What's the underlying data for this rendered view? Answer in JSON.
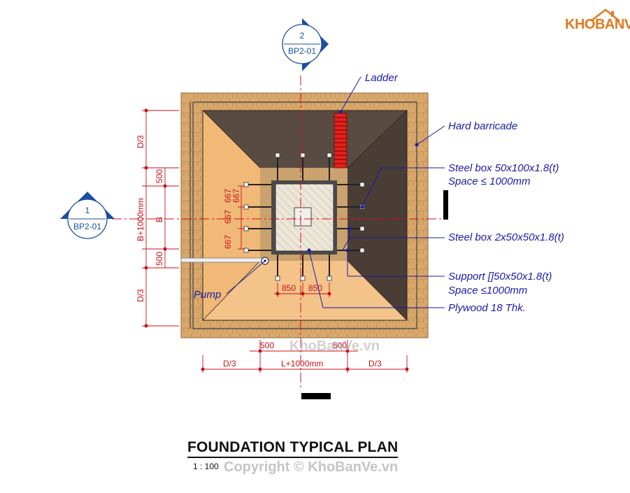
{
  "logo": {
    "text": "KHOBANVE"
  },
  "watermarks": {
    "middle": "KhoBanVe.vn",
    "bottom": "Copyright © KhoBanVe.vn"
  },
  "title": {
    "text": "FOUNDATION TYPICAL PLAN",
    "scale": "1 : 100"
  },
  "section_markers": {
    "top": {
      "number": "2",
      "sheet": "BP2-01"
    },
    "left": {
      "number": "1",
      "sheet": "BP2-01"
    }
  },
  "annotations": {
    "ladder": "Ladder",
    "barricade": "Hard barricade",
    "steel_box_1_line1": "Steel box 50x100x1.8(t)",
    "steel_box_1_line2": "Space ≤ 1000mm",
    "steel_box_2": "Steel box 2x50x50x1.8(t)",
    "support_line1": "Support []50x50x1.8(t)",
    "support_line2": "Space ≤1000mm",
    "plywood": "Plywood 18 Thk.",
    "pump": "Pump"
  },
  "dimensions": {
    "left": {
      "d3_top": "D/3",
      "d500_top": "500",
      "b1000": "B+1000mm",
      "b": "B",
      "d500_bottom": "500",
      "d3_bottom": "D/3",
      "d667_a": "667",
      "d667_b": "667",
      "d667_c": "667",
      "d667_d": "667"
    },
    "bottom": {
      "d3_left": "D/3",
      "d500_left": "500",
      "l1000": "L+1000mm",
      "d500_right": "500",
      "d3_right": "D/3"
    },
    "inner": {
      "d850_a": "850",
      "d850_b": "850"
    }
  },
  "colors": {
    "sand": "#d9a86a",
    "slope_dark": "#4e4139",
    "slope_light": "#f0b978",
    "pit_floor": "#c9a26d",
    "footing": "#e7e5e1",
    "ladder": "#e8201a",
    "dim_red": "#c8101a",
    "anno_blue": "#1a1aa8"
  }
}
